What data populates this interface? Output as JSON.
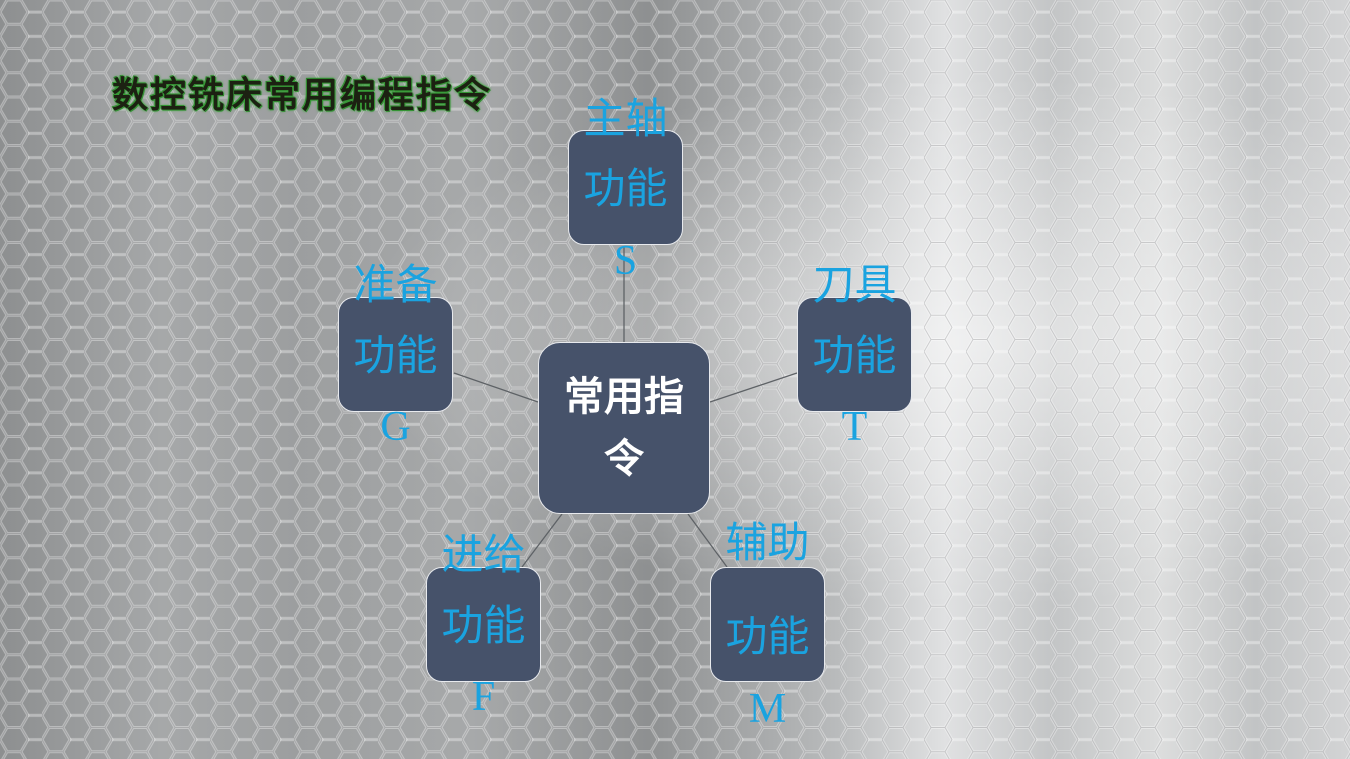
{
  "title": "数控铣床常用编程指令",
  "center": {
    "label": "常用指令"
  },
  "nodes": [
    {
      "id": "spindle",
      "name": "主轴",
      "func": "功能",
      "code": "S"
    },
    {
      "id": "tool",
      "name": "刀具",
      "func": "功能",
      "code": "T"
    },
    {
      "id": "auxiliary",
      "name": "辅助",
      "func": "功能",
      "code": "M"
    },
    {
      "id": "feed",
      "name": "进给",
      "func": "功能",
      "code": "F"
    },
    {
      "id": "preparatory",
      "name": "准备",
      "func": "功能",
      "code": "G"
    }
  ],
  "colors": {
    "node_fill": "#46526a",
    "node_border": "#e8eaee",
    "label_text": "#1aa3e0",
    "center_text": "#ffffff",
    "title_glow": "#3ba63b"
  }
}
